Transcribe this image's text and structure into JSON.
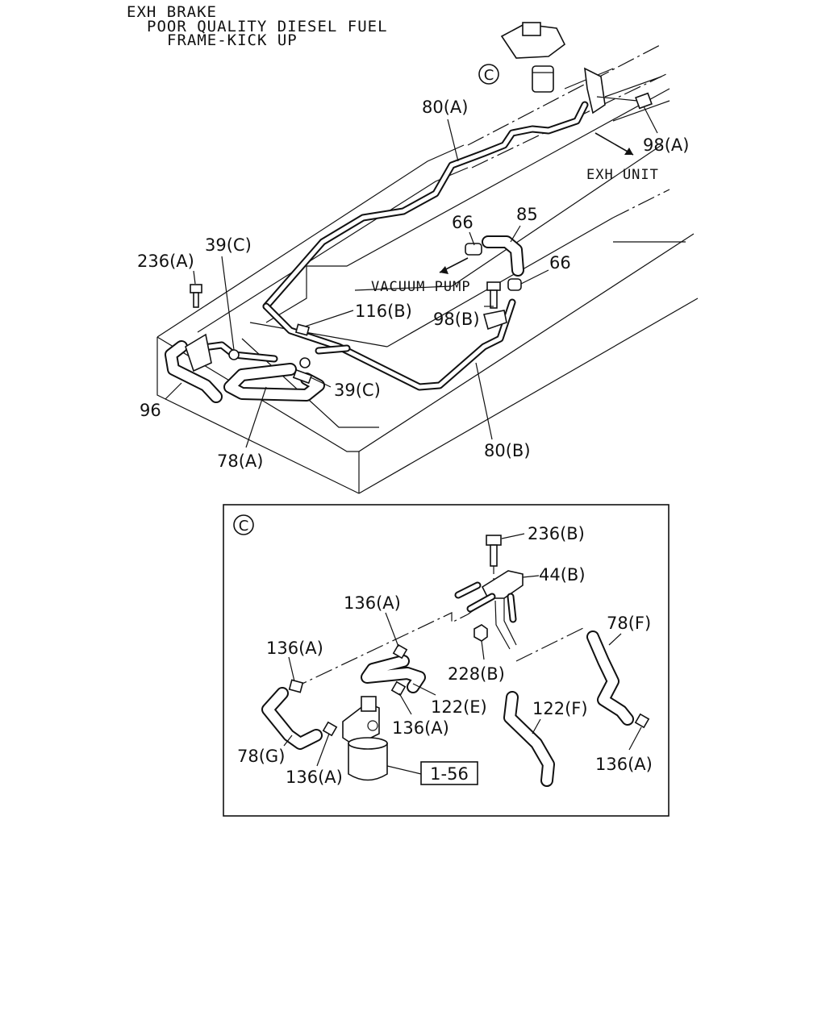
{
  "title": {
    "line1": "EXH BRAKE",
    "line2": "POOR QUALITY DIESEL FUEL",
    "line3": "FRAME-KICK UP"
  },
  "notes": {
    "exh_unit": "EXH UNIT",
    "vacuum_pump": "VACUUM PUMP"
  },
  "callouts": {
    "detail_c_main": "C",
    "detail_c_inset": "C"
  },
  "main_labels": {
    "l80a": "80(A)",
    "l98a": "98(A)",
    "l85": "85",
    "l66a": "66",
    "l66b": "66",
    "l98b": "98(B)",
    "l116b": "116(B)",
    "l236a": "236(A)",
    "l39c_top": "39(C)",
    "l39c_bottom": "39(C)",
    "l96": "96",
    "l78a": "78(A)",
    "l80b": "80(B)"
  },
  "inset_labels": {
    "l236b": "236(B)",
    "l44b": "44(B)",
    "l78f": "78(F)",
    "l136a_1": "136(A)",
    "l136a_2": "136(A)",
    "l228b": "228(B)",
    "l122e": "122(E)",
    "l136a_3": "136(A)",
    "l122f": "122(F)",
    "l136a_4": "136(A)",
    "l78g": "78(G)",
    "l136a_5": "136(A)",
    "ref_box": "1-56"
  }
}
